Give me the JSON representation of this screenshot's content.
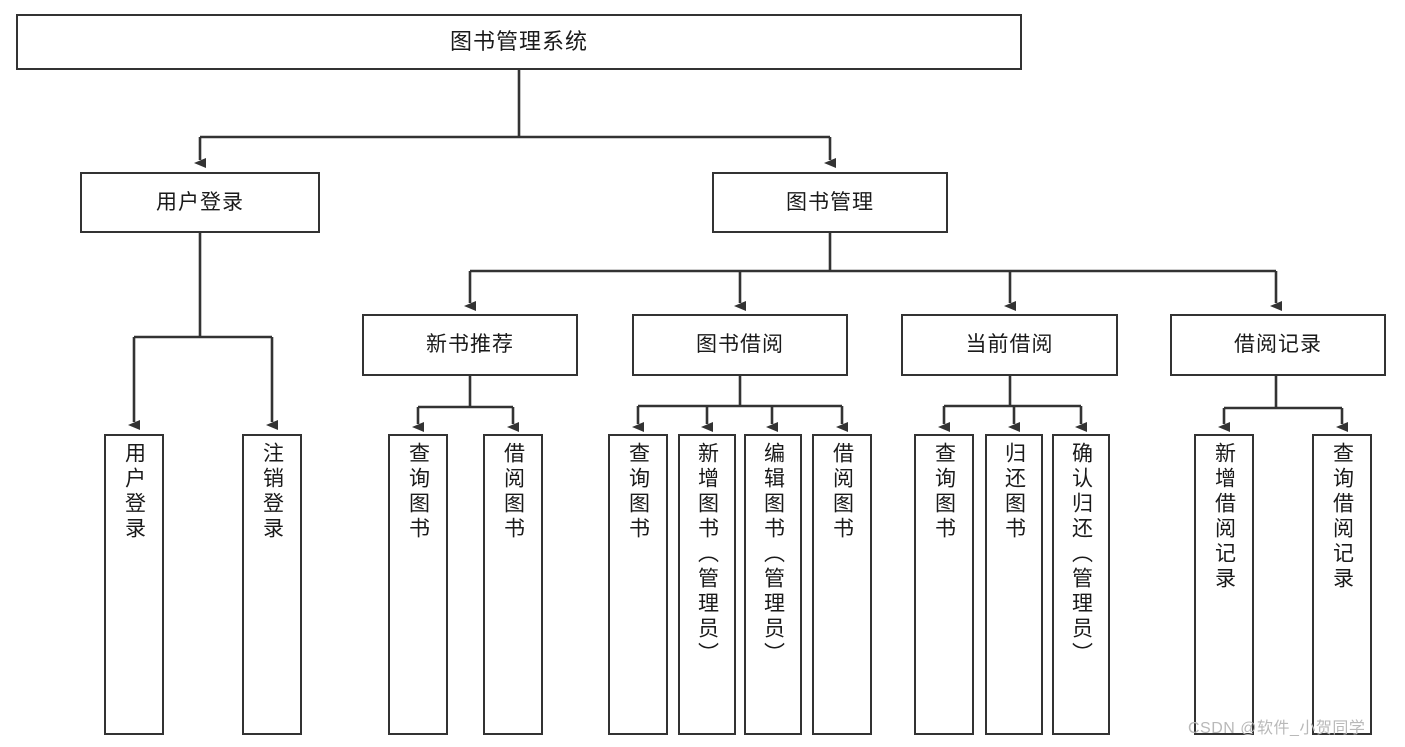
{
  "diagram": {
    "type": "tree-hierarchy-chart",
    "title": "图书管理系统",
    "watermark": "CSDN @软件_小贺同学",
    "colors": {
      "box_border": "#333333",
      "box_fill": "#ffffff",
      "connector": "#333333",
      "text": "#1a1a1a",
      "watermark": "#b9b9b9",
      "background": "#ffffff"
    },
    "levels": {
      "root": {
        "label": "图书管理系统"
      },
      "level2": [
        {
          "label": "用户登录"
        },
        {
          "label": "图书管理"
        }
      ],
      "level3": [
        {
          "label": "新书推荐"
        },
        {
          "label": "图书借阅"
        },
        {
          "label": "当前借阅"
        },
        {
          "label": "借阅记录"
        }
      ],
      "leaves": {
        "user_login": [
          {
            "label": "用户登录"
          },
          {
            "label": "注销登录"
          }
        ],
        "new_book_recommend": [
          {
            "label": "查询图书"
          },
          {
            "label": "借阅图书"
          }
        ],
        "book_borrow": [
          {
            "label": "查询图书"
          },
          {
            "label": "新增图书（管理员）"
          },
          {
            "label": "编辑图书（管理员）"
          },
          {
            "label": "借阅图书"
          }
        ],
        "current_borrow": [
          {
            "label": "查询图书"
          },
          {
            "label": "归还图书"
          },
          {
            "label": "确认归还（管理员）"
          }
        ],
        "borrow_record": [
          {
            "label": "新增借阅记录"
          },
          {
            "label": "查询借阅记录"
          }
        ]
      }
    }
  }
}
